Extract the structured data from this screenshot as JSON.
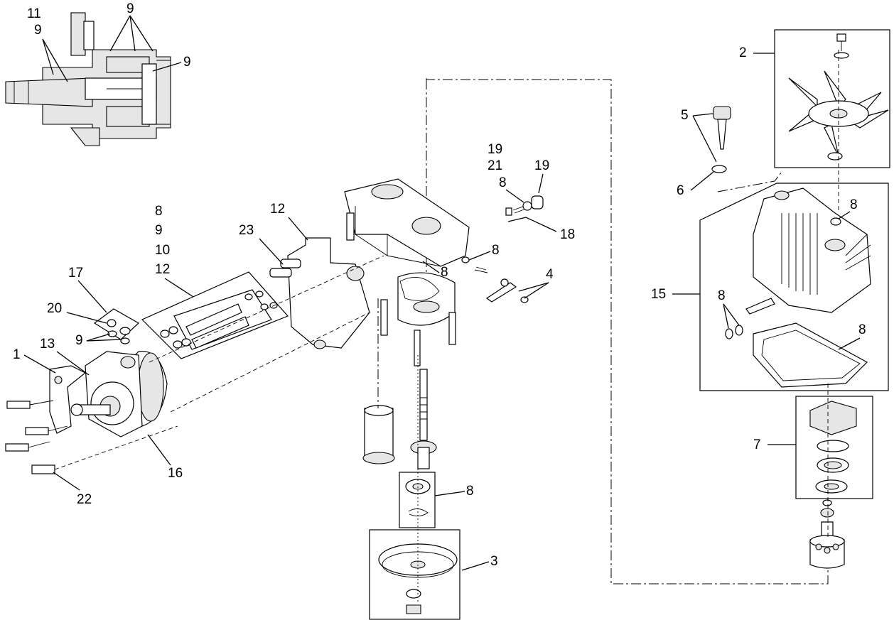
{
  "labels": {
    "sec_11": "11",
    "sec_9_left": "9",
    "sec_9_top": "9",
    "sec_9_right": "9",
    "c19a": "19",
    "c21": "21",
    "c8_valve": "8",
    "c19b": "19",
    "c18": "18",
    "c8_stack": "8",
    "c9_stack": "9",
    "c10_stack": "10",
    "c12_stack": "12",
    "c12_bracket": "12",
    "c23": "23",
    "c8_housing_a": "8",
    "c8_housing_b": "8",
    "c4": "4",
    "c17": "17",
    "c20": "20",
    "c9_cap": "9",
    "c1": "1",
    "c13": "13",
    "c16": "16",
    "c22": "22",
    "c8_bearing": "8",
    "c3": "3",
    "c2": "2",
    "c5": "5",
    "c6": "6",
    "c8_cover_top": "8",
    "c15": "15",
    "c8_cover_left": "8",
    "c8_gasket": "8",
    "c7": "7"
  },
  "icons": [
    "cross-section-view",
    "fan",
    "pulley",
    "cover",
    "housing",
    "pump",
    "shaft",
    "bearing-kit"
  ]
}
